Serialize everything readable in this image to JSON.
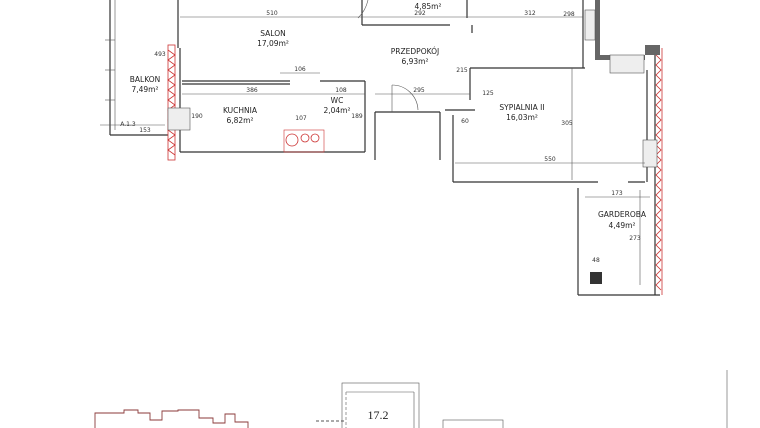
{
  "rooms": [
    {
      "name": "SALON",
      "area": "17,09m²"
    },
    {
      "name": "PRZEDPOKÓJ",
      "area": "6,93m²"
    },
    {
      "name": "BALKON",
      "area": "7,49m²"
    },
    {
      "name": "KUCHNIA",
      "area": "6,82m²"
    },
    {
      "name": "WC",
      "area": "2,04m²"
    },
    {
      "name": "SYPIALNIA II",
      "area": "16,03m²"
    },
    {
      "name": "GARDEROBA",
      "area": "4,49m²"
    },
    {
      "name": "",
      "area": "4,85m²"
    }
  ],
  "dimensions": [
    "510",
    "292",
    "312",
    "298",
    "493",
    "106",
    "386",
    "108",
    "295",
    "215",
    "125",
    "60",
    "550",
    "305",
    "173",
    "273",
    "48",
    "107",
    "190",
    "189",
    "153"
  ],
  "markers": {
    "axis": "A.1.3"
  },
  "site_plan": {
    "label": "17.2"
  }
}
